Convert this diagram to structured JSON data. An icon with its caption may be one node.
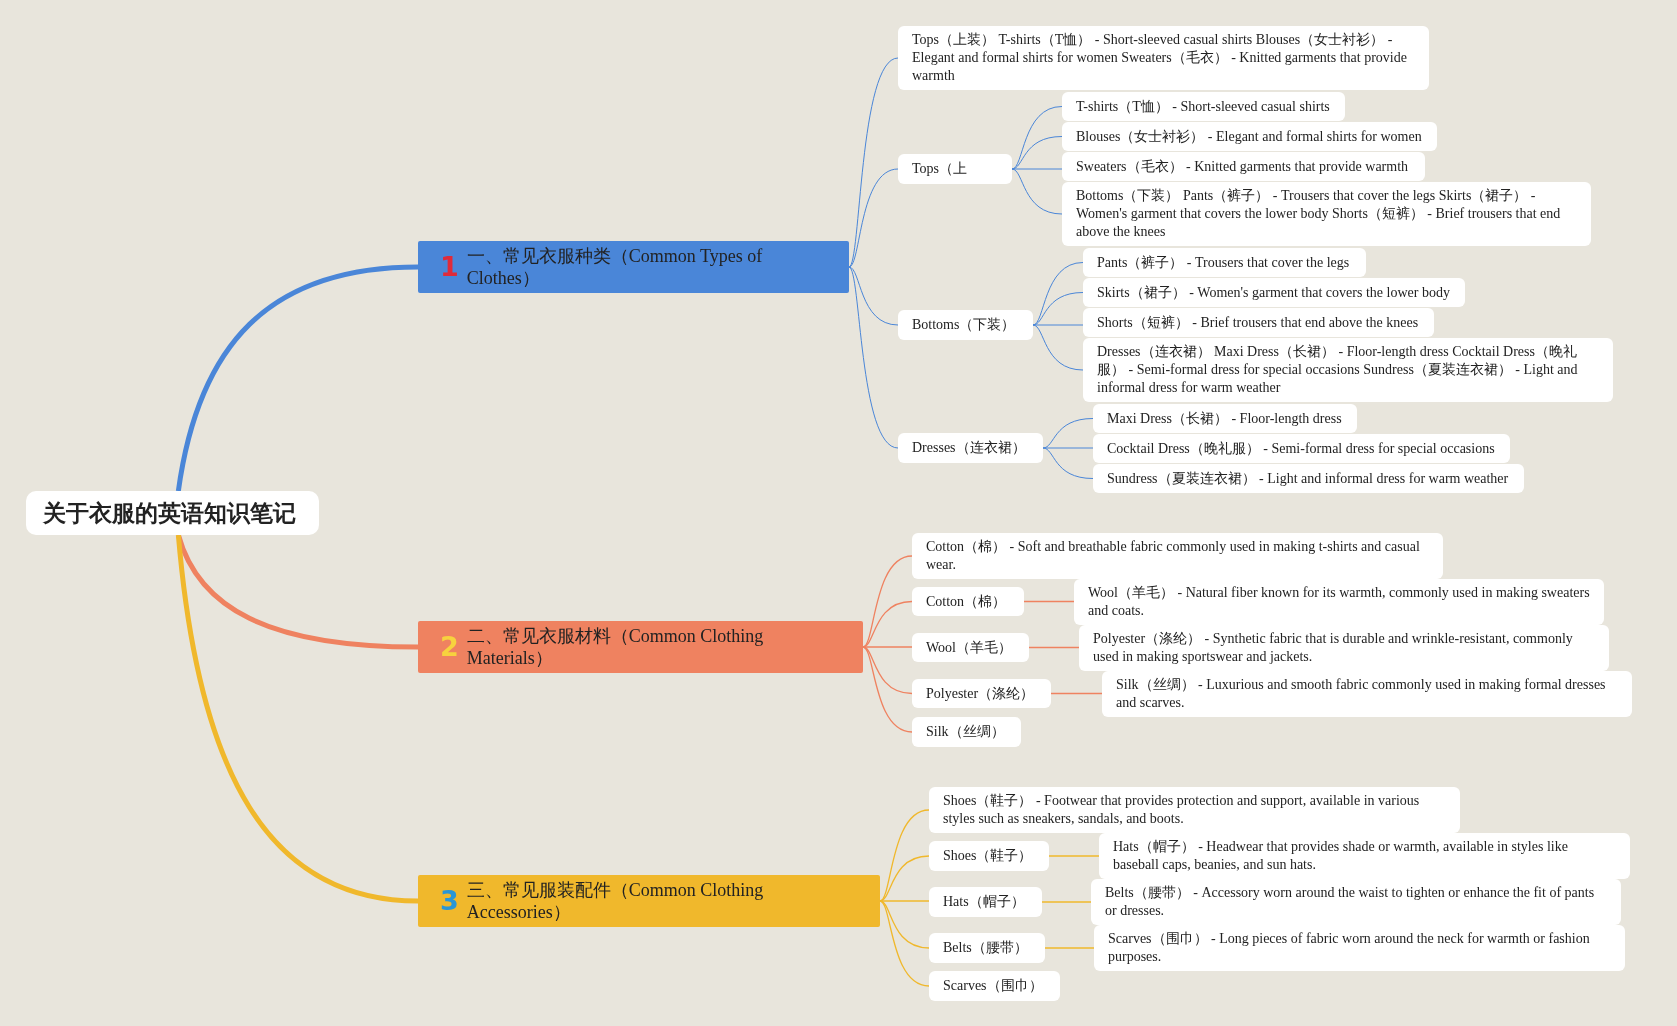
{
  "diagram": {
    "nodes": [
      {
        "text": [
          "关于衣服的英语知识笔记"
        ]
      },
      {
        "text": [
          "1",
          "一、常见衣服种类（Common Types of Clothes）"
        ]
      },
      {
        "text": [
          "2",
          "二、常见衣服材料（Common Clothing Materials）"
        ]
      },
      {
        "text": [
          "3",
          "三、常见服装配件（Common Clothing Accessories）"
        ]
      },
      {
        "text": [
          "Tops（上装） T-shirts（T恤） - Short-sleeved casual shirts Blouses（女士衬衫） - Elegant and formal shirts for women Sweaters（毛衣） - Knitted garments that provide warmth"
        ]
      },
      {
        "text": [
          "Tops（上"
        ]
      },
      {
        "text": [
          "T-shirts（T恤） - Short-sleeved casual shirts"
        ]
      },
      {
        "text": [
          "Blouses（女士衬衫） - Elegant and formal shirts for women"
        ]
      },
      {
        "text": [
          "Sweaters（毛衣） - Knitted garments that provide warmth"
        ]
      },
      {
        "text": [
          "Bottoms（下装） Pants（裤子） - Trousers that cover the legs Skirts（裙子） - Women's garment that covers the lower body Shorts（短裤） - Brief trousers that end above the knees"
        ]
      },
      {
        "text": [
          "Bottoms（下装）"
        ]
      },
      {
        "text": [
          "Pants（裤子） - Trousers that cover the legs"
        ]
      },
      {
        "text": [
          "Skirts（裙子） - Women's garment that covers the lower body"
        ]
      },
      {
        "text": [
          "Shorts（短裤） - Brief trousers that end above the knees"
        ]
      },
      {
        "text": [
          "Dresses（连衣裙） Maxi Dress（长裙） - Floor-length dress Cocktail Dress（晚礼服） - Semi-formal dress for special occasions Sundress（夏装连衣裙） - Light and informal dress for warm weather"
        ]
      },
      {
        "text": [
          "Dresses（连衣裙）"
        ]
      },
      {
        "text": [
          "Maxi Dress（长裙） - Floor-length dress"
        ]
      },
      {
        "text": [
          "Cocktail Dress（晚礼服） - Semi-formal dress for special occasions"
        ]
      },
      {
        "text": [
          "Sundress（夏装连衣裙） - Light and informal dress for warm weather"
        ]
      },
      {
        "text": [
          "Cotton（棉） - Soft and breathable fabric commonly used in making t-shirts and casual wear."
        ]
      },
      {
        "text": [
          "Cotton（棉）"
        ]
      },
      {
        "text": [
          "Wool（羊毛） - Natural fiber known for its warmth, commonly used in making sweaters and coats."
        ]
      },
      {
        "text": [
          "Wool（羊毛）"
        ]
      },
      {
        "text": [
          "Polyester（涤纶） - Synthetic fabric that is durable and wrinkle-resistant, commonly used in making sportswear and jackets."
        ]
      },
      {
        "text": [
          "Polyester（涤纶）"
        ]
      },
      {
        "text": [
          "Silk（丝绸） - Luxurious and smooth fabric commonly used in making formal dresses and scarves."
        ]
      },
      {
        "text": [
          "Silk（丝绸）"
        ]
      },
      {
        "text": [
          "Shoes（鞋子） - Footwear that provides protection and support, available in various styles such as sneakers, sandals, and boots."
        ]
      },
      {
        "text": [
          "Shoes（鞋子）"
        ]
      },
      {
        "text": [
          "Hats（帽子） - Headwear that provides shade or warmth, available in styles like baseball caps, beanies, and sun hats."
        ]
      },
      {
        "text": [
          "Hats（帽子）"
        ]
      },
      {
        "text": [
          "Belts（腰带） - Accessory worn around the waist to tighten or enhance the fit of pants or dresses."
        ]
      },
      {
        "text": [
          "Belts（腰带）"
        ]
      },
      {
        "text": [
          "Scarves（围巾） - Long pieces of fabric worn around the neck for warmth or fashion purposes."
        ]
      },
      {
        "text": [
          "Scarves（围巾）"
        ]
      }
    ],
    "edges": [
      {
        "from": 0,
        "to": 1,
        "arrow": "none",
        "style": "thick"
      },
      {
        "from": 0,
        "to": 2,
        "arrow": "none",
        "style": "thick",
        "color": "#ef8260"
      },
      {
        "from": 0,
        "to": 3,
        "arrow": "none",
        "style": "thick",
        "color": "#f0b82c"
      },
      {
        "from": 1,
        "to": 4,
        "arrow": "none"
      },
      {
        "from": 1,
        "to": 5,
        "arrow": "none"
      },
      {
        "from": 1,
        "to": 10,
        "arrow": "none"
      },
      {
        "from": 1,
        "to": 15,
        "arrow": "none"
      },
      {
        "from": 5,
        "to": 6,
        "arrow": "none"
      },
      {
        "from": 5,
        "to": 7,
        "arrow": "none"
      },
      {
        "from": 5,
        "to": 8,
        "arrow": "none"
      },
      {
        "from": 5,
        "to": 9,
        "arrow": "none"
      },
      {
        "from": 10,
        "to": 11,
        "arrow": "none"
      },
      {
        "from": 10,
        "to": 12,
        "arrow": "none"
      },
      {
        "from": 10,
        "to": 13,
        "arrow": "none"
      },
      {
        "from": 10,
        "to": 14,
        "arrow": "none"
      },
      {
        "from": 15,
        "to": 16,
        "arrow": "none"
      },
      {
        "from": 15,
        "to": 17,
        "arrow": "none"
      },
      {
        "from": 15,
        "to": 18,
        "arrow": "none"
      },
      {
        "from": 2,
        "to": 19,
        "arrow": "none",
        "color": "#ef8260"
      },
      {
        "from": 2,
        "to": 20,
        "arrow": "none",
        "color": "#ef8260"
      },
      {
        "from": 2,
        "to": 22,
        "arrow": "none",
        "color": "#ef8260"
      },
      {
        "from": 2,
        "to": 24,
        "arrow": "none",
        "color": "#ef8260"
      },
      {
        "from": 2,
        "to": 26,
        "arrow": "none",
        "color": "#ef8260"
      },
      {
        "from": 20,
        "to": 21,
        "arrow": "none",
        "color": "#ef8260"
      },
      {
        "from": 22,
        "to": 23,
        "arrow": "none",
        "color": "#ef8260"
      },
      {
        "from": 24,
        "to": 25,
        "arrow": "none",
        "color": "#ef8260"
      },
      {
        "from": 3,
        "to": 27,
        "arrow": "none",
        "color": "#f0b82c"
      },
      {
        "from": 3,
        "to": 28,
        "arrow": "none",
        "color": "#f0b82c"
      },
      {
        "from": 3,
        "to": 30,
        "arrow": "none",
        "color": "#f0b82c"
      },
      {
        "from": 3,
        "to": 32,
        "arrow": "none",
        "color": "#f0b82c"
      },
      {
        "from": 3,
        "to": 34,
        "arrow": "none",
        "color": "#f0b82c"
      },
      {
        "from": 28,
        "to": 29,
        "arrow": "none",
        "color": "#f0b82c"
      },
      {
        "from": 30,
        "to": 31,
        "arrow": "none",
        "color": "#f0b82c"
      },
      {
        "from": 32,
        "to": 33,
        "arrow": "none",
        "color": "#f0b82c"
      }
    ]
  }
}
